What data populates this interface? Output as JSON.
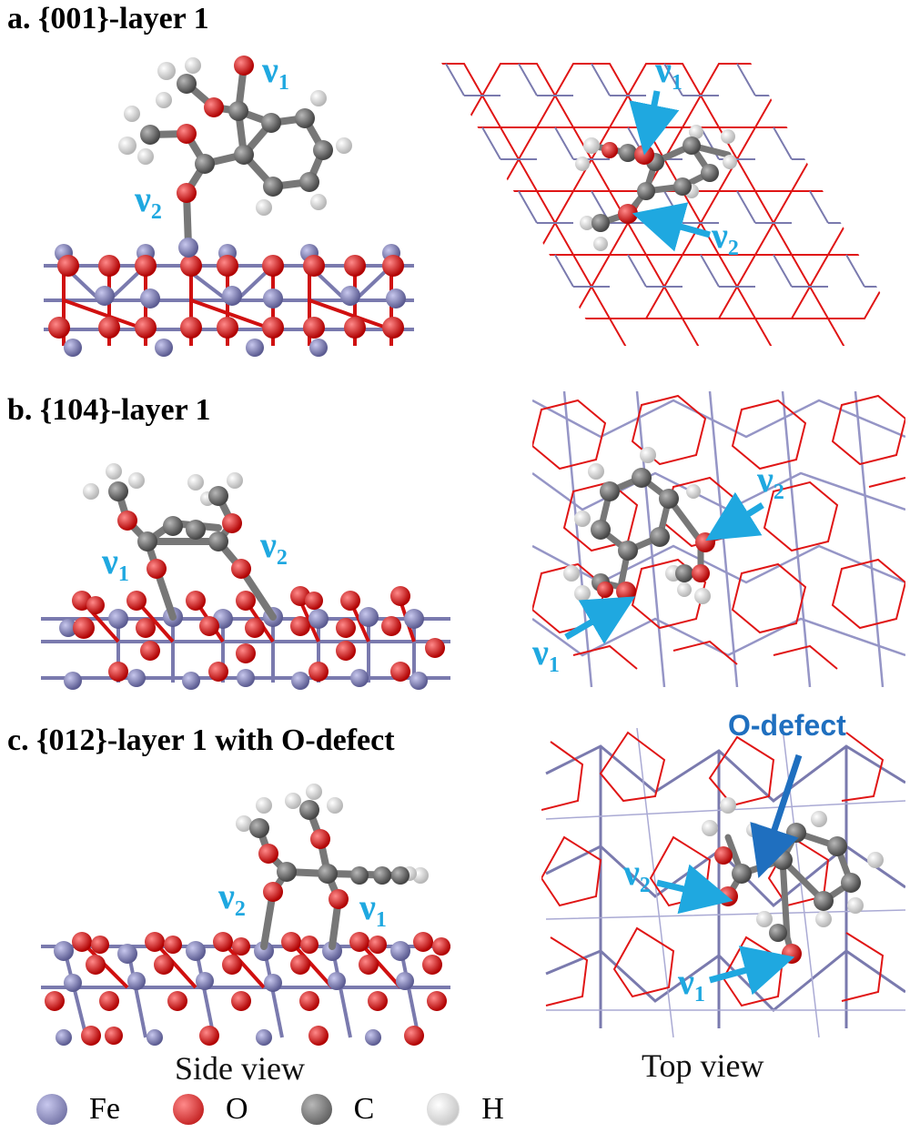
{
  "panels": [
    {
      "title": "a. {001}-layer 1",
      "v1": "ν",
      "v1_sub": "1",
      "v2": "ν",
      "v2_sub": "2"
    },
    {
      "title": "b. {104}-layer 1",
      "v1": "ν",
      "v1_sub": "1",
      "v2": "ν",
      "v2_sub": "2"
    },
    {
      "title": "c. {012}-layer 1 with O-defect",
      "v1": "ν",
      "v1_sub": "1",
      "v2": "ν",
      "v2_sub": "2",
      "defect_label": "O-defect"
    }
  ],
  "captions": {
    "side": "Side view",
    "top": "Top view"
  },
  "legend": [
    {
      "label": "Fe",
      "color": "#7a7aae"
    },
    {
      "label": "O",
      "color": "#e01515"
    },
    {
      "label": "C",
      "color": "#6e6e6e"
    },
    {
      "label": "H",
      "color": "#f2f2f2"
    }
  ],
  "colors": {
    "arrow": "#1fa8e0",
    "defect": "#1f6fbf",
    "fe": "#7a7aae",
    "o": "#e01515",
    "c": "#6e6e6e",
    "h": "#f2f2f2"
  }
}
